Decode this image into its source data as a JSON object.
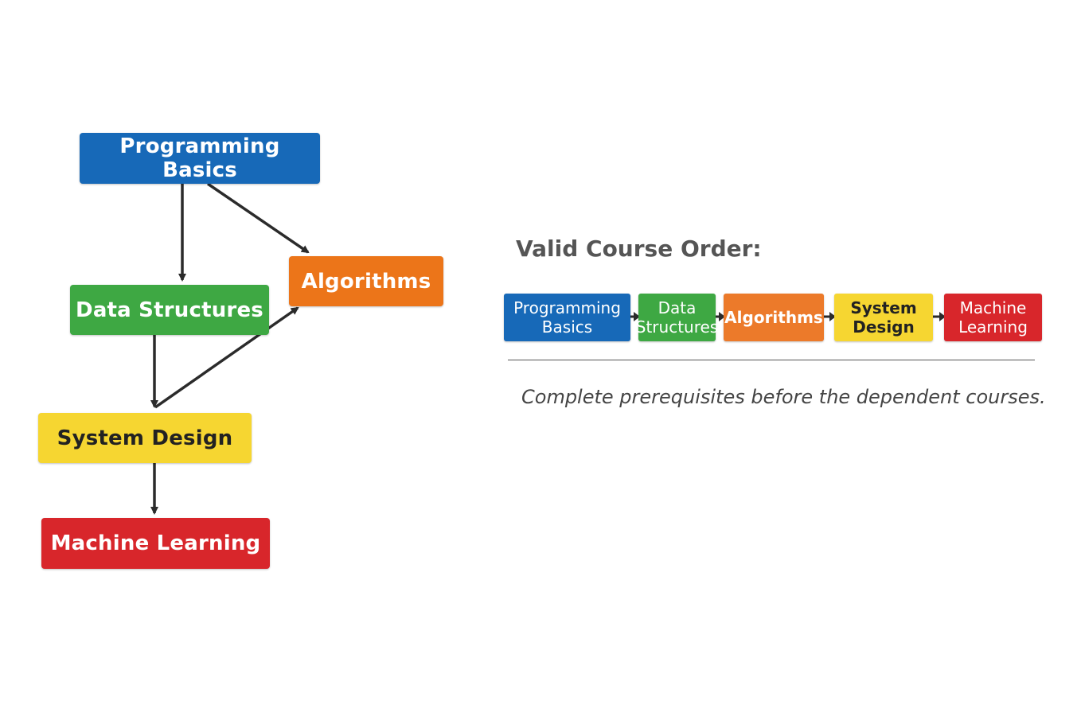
{
  "graph": {
    "nodes": [
      {
        "id": "programming-basics",
        "label": "Programming Basics",
        "color": "#1769b8"
      },
      {
        "id": "data-structures",
        "label": "Data Structures",
        "color": "#3ea843"
      },
      {
        "id": "algorithms",
        "label": "Algorithms",
        "color": "#ec7519"
      },
      {
        "id": "system-design",
        "label": "System Design",
        "color": "#f6d631"
      },
      {
        "id": "machine-learning",
        "label": "Machine Learning",
        "color": "#d8262b"
      }
    ],
    "edges": [
      {
        "from": "programming-basics",
        "to": "data-structures"
      },
      {
        "from": "programming-basics",
        "to": "algorithms"
      },
      {
        "from": "data-structures",
        "to": "system-design"
      },
      {
        "from": "system-design",
        "to": "algorithms"
      },
      {
        "from": "system-design",
        "to": "machine-learning"
      }
    ]
  },
  "order": {
    "title": "Valid Course Order:",
    "steps": [
      {
        "label": "Programming\nBasics",
        "color": "#1769b8"
      },
      {
        "label": "Data\nStructures",
        "color": "#3ea843"
      },
      {
        "label": "Algorithms",
        "color": "#ec7a2a"
      },
      {
        "label": "System\nDesign",
        "color": "#f6d631"
      },
      {
        "label": "Machine\nLearning",
        "color": "#d8262b"
      }
    ],
    "note": "Complete prerequisites before the dependent courses."
  },
  "colors": {
    "arrow": "#2b2b2b",
    "divider": "#555555"
  }
}
